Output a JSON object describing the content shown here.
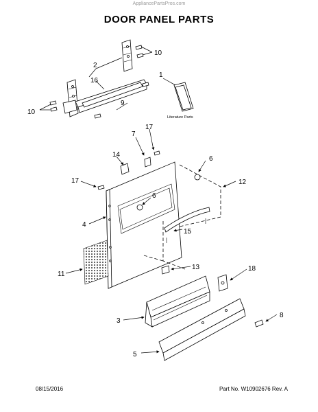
{
  "watermark": "AppliancePartsPros.com",
  "title": "DOOR PANEL PARTS",
  "literature_label": "Literature Parts",
  "footer": {
    "date": "08/15/2016",
    "part_info": "Part No. W10902676  Rev. A"
  },
  "callouts": {
    "c1": "1",
    "c2": "2",
    "c3": "3",
    "c4": "4",
    "c5": "5",
    "c6a": "6",
    "c6b": "6",
    "c7": "7",
    "c8": "8",
    "c9": "9",
    "c10a": "10",
    "c10b": "10",
    "c11": "11",
    "c12": "12",
    "c13": "13",
    "c14": "14",
    "c15": "15",
    "c16": "16",
    "c17a": "17",
    "c17b": "17",
    "c18": "18"
  }
}
